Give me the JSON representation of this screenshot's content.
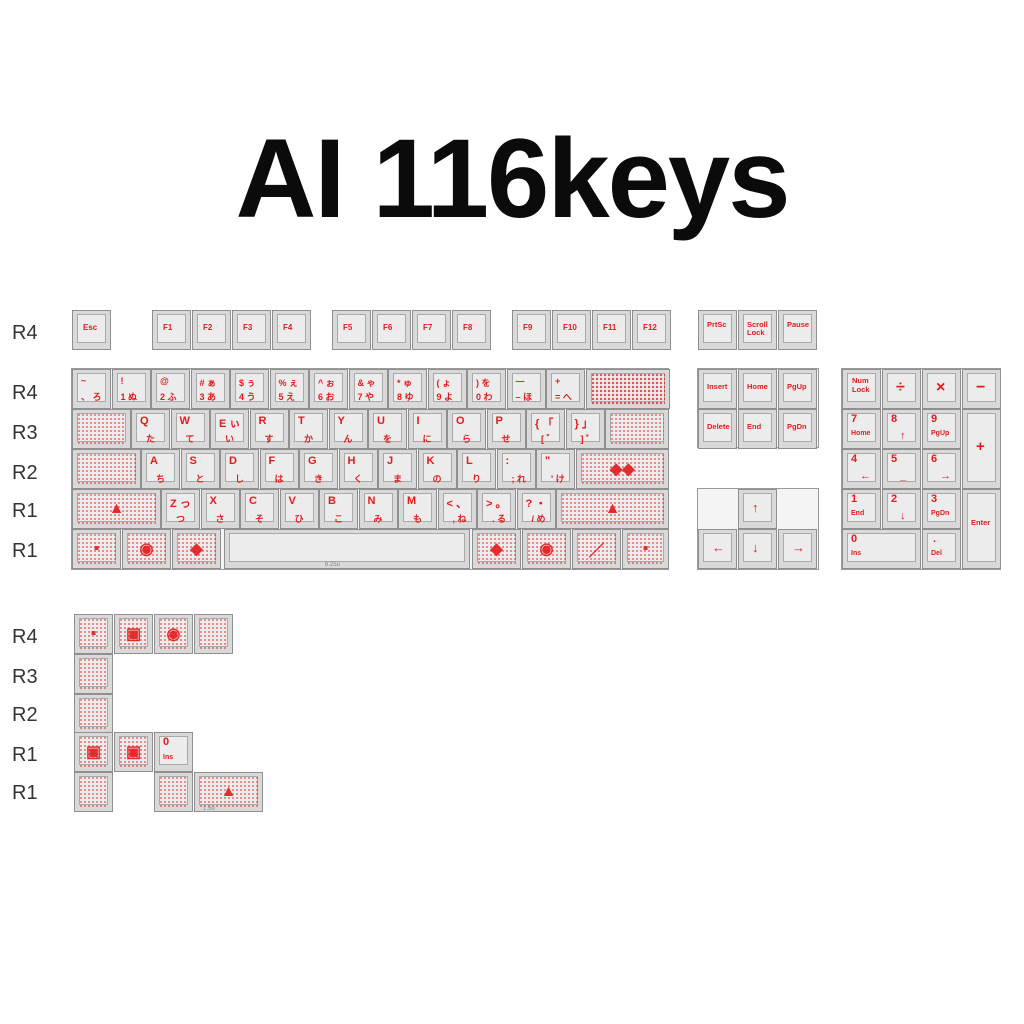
{
  "title": "AI 116keys",
  "row_labels_main": [
    "R4",
    "R4",
    "R3",
    "R2",
    "R1",
    "R1"
  ],
  "row_labels_extra": [
    "R4",
    "R3",
    "R2",
    "R1",
    "R1"
  ],
  "colors": {
    "legend": "#e31b1b",
    "key_top": "#ececec",
    "key_side": "#d9d9d9",
    "outline": "#8f8f8f"
  },
  "function_row": [
    "Esc",
    "F1",
    "F2",
    "F3",
    "F4",
    "F5",
    "F6",
    "F7",
    "F8",
    "F9",
    "F10",
    "F11",
    "F12"
  ],
  "nav_top": [
    "PrtSc",
    "Scroll Lock",
    "Pause"
  ],
  "nav_cluster": [
    "Insert",
    "Home",
    "PgUp",
    "Delete",
    "End",
    "PgDn"
  ],
  "arrows": [
    "↑",
    "←",
    "↓",
    "→"
  ],
  "number_row": [
    {
      "top": "~",
      "sub": "、 ろ"
    },
    {
      "top": "!",
      "sub": "1 ぬ"
    },
    {
      "top": "@",
      "sub": "2 ふ"
    },
    {
      "top": "# ぁ",
      "sub": "3 あ"
    },
    {
      "top": "$ ぅ",
      "sub": "4 う"
    },
    {
      "top": "% ぇ",
      "sub": "5 え"
    },
    {
      "top": "^ ぉ",
      "sub": "6 お"
    },
    {
      "top": "& ゃ",
      "sub": "7 や"
    },
    {
      "top": "* ゅ",
      "sub": "8 ゆ"
    },
    {
      "top": "( ょ",
      "sub": "9 よ"
    },
    {
      "top": ") を",
      "sub": "0 わ"
    },
    {
      "top": "—",
      "sub": "– ほ"
    },
    {
      "top": "+",
      "sub": "= へ"
    }
  ],
  "row_q": [
    {
      "top": "Q",
      "sub": "た"
    },
    {
      "top": "W",
      "sub": "て"
    },
    {
      "top": "E ぃ",
      "sub": "い"
    },
    {
      "top": "R",
      "sub": "す"
    },
    {
      "top": "T",
      "sub": "か"
    },
    {
      "top": "Y",
      "sub": "ん"
    },
    {
      "top": "U",
      "sub": "を"
    },
    {
      "top": "I",
      "sub": "に"
    },
    {
      "top": "O",
      "sub": "ら"
    },
    {
      "top": "P",
      "sub": "せ"
    },
    {
      "top": "{ 「",
      "sub": "[ ゛"
    },
    {
      "top": "} 」",
      "sub": "] ゜"
    }
  ],
  "row_a": [
    {
      "top": "A",
      "sub": "ち"
    },
    {
      "top": "S",
      "sub": "と"
    },
    {
      "top": "D",
      "sub": "し"
    },
    {
      "top": "F",
      "sub": "は"
    },
    {
      "top": "G",
      "sub": "き"
    },
    {
      "top": "H",
      "sub": "く"
    },
    {
      "top": "J",
      "sub": "ま"
    },
    {
      "top": "K",
      "sub": "の"
    },
    {
      "top": "L",
      "sub": "り"
    },
    {
      "top": ":",
      "sub": "; れ"
    },
    {
      "top": "\"",
      "sub": "' け"
    }
  ],
  "row_z": [
    {
      "top": "Z っ",
      "sub": "つ"
    },
    {
      "top": "X",
      "sub": "さ"
    },
    {
      "top": "C",
      "sub": "そ"
    },
    {
      "top": "V",
      "sub": "ひ"
    },
    {
      "top": "B",
      "sub": "こ"
    },
    {
      "top": "N",
      "sub": "み"
    },
    {
      "top": "M",
      "sub": "も"
    },
    {
      "top": "< 、",
      "sub": ", ね"
    },
    {
      "top": "> 。",
      "sub": ". る"
    },
    {
      "top": "? ・",
      "sub": "/ め"
    }
  ],
  "spacebar_label": "6.25u",
  "numpad": {
    "row1": [
      "Num Lock",
      "÷",
      "×",
      "−"
    ],
    "row2": [
      {
        "n": "7",
        "s": "Home"
      },
      {
        "n": "8",
        "s": "↑"
      },
      {
        "n": "9",
        "s": "PgUp"
      }
    ],
    "plus": "+",
    "row3": [
      {
        "n": "4",
        "s": "←"
      },
      {
        "n": "5",
        "s": "_"
      },
      {
        "n": "6",
        "s": "→"
      }
    ],
    "row4": [
      {
        "n": "1",
        "s": "End"
      },
      {
        "n": "2",
        "s": "↓"
      },
      {
        "n": "3",
        "s": "PgDn"
      }
    ],
    "enter": "Enter",
    "zero": {
      "n": "0",
      "s": "Ins"
    },
    "dot": {
      "n": ".",
      "s": "Del"
    }
  },
  "extra_ins": {
    "n": "0",
    "s": "Ins"
  },
  "extra_label": "1.5u"
}
